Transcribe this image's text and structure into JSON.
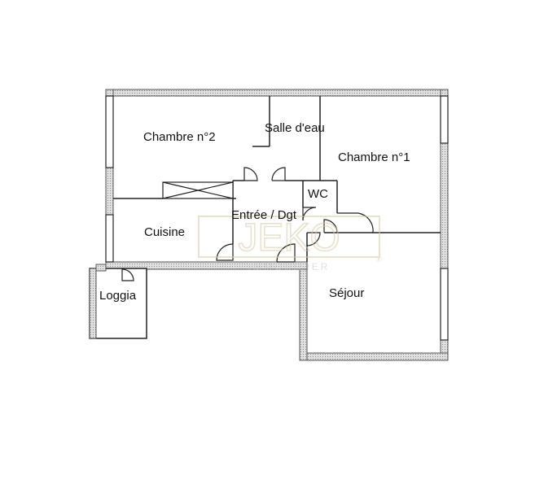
{
  "rooms": {
    "chambre2": "Chambre n°2",
    "salle_eau": "Salle d'eau",
    "chambre1": "Chambre n°1",
    "wc": "WC",
    "entree": "Entrée / Dgt",
    "cuisine": "Cuisine",
    "loggia": "Loggia",
    "sejour": "Séjour"
  },
  "watermark": {
    "brand": "JEKO",
    "tagline": "IMMOBILIER",
    "mark": "®"
  },
  "colors": {
    "wall_fill": "#d2d2d2",
    "wall_stroke": "#555555",
    "line": "#222222",
    "watermark": "#d9c9a4"
  }
}
